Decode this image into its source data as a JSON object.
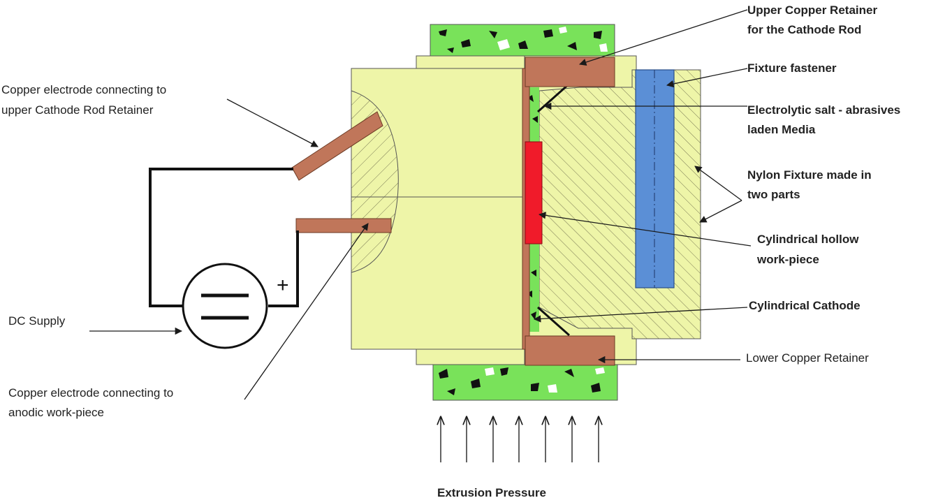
{
  "labels": {
    "upper_retainer_1": "Upper Copper Retainer",
    "upper_retainer_2": "for the Cathode Rod",
    "fixture_fastener": "Fixture fastener",
    "electrolytic_1": "Electrolytic salt - abrasives",
    "electrolytic_2": "laden Media",
    "nylon_1": "Nylon Fixture made in",
    "nylon_2": "two parts",
    "workpiece_1": "Cylindrical hollow",
    "workpiece_2": "work-piece",
    "cathode": "Cylindrical Cathode",
    "lower_retainer": "Lower Copper Retainer",
    "copper_upper_1": "Copper electrode connecting to",
    "copper_upper_2": "upper Cathode Rod Retainer",
    "dc_supply": "DC Supply",
    "copper_anode_1": "Copper electrode connecting to",
    "copper_anode_2": "anodic work-piece",
    "extrusion": "Extrusion Pressure",
    "plus_sign": "+"
  },
  "colors": {
    "fixture_fill": "#eef5a8",
    "media_green": "#79e25a",
    "copper": "#c0765a",
    "workpiece_red": "#f01b2a",
    "fastener_blue": "#5b8fd6",
    "wire": "#111111"
  }
}
